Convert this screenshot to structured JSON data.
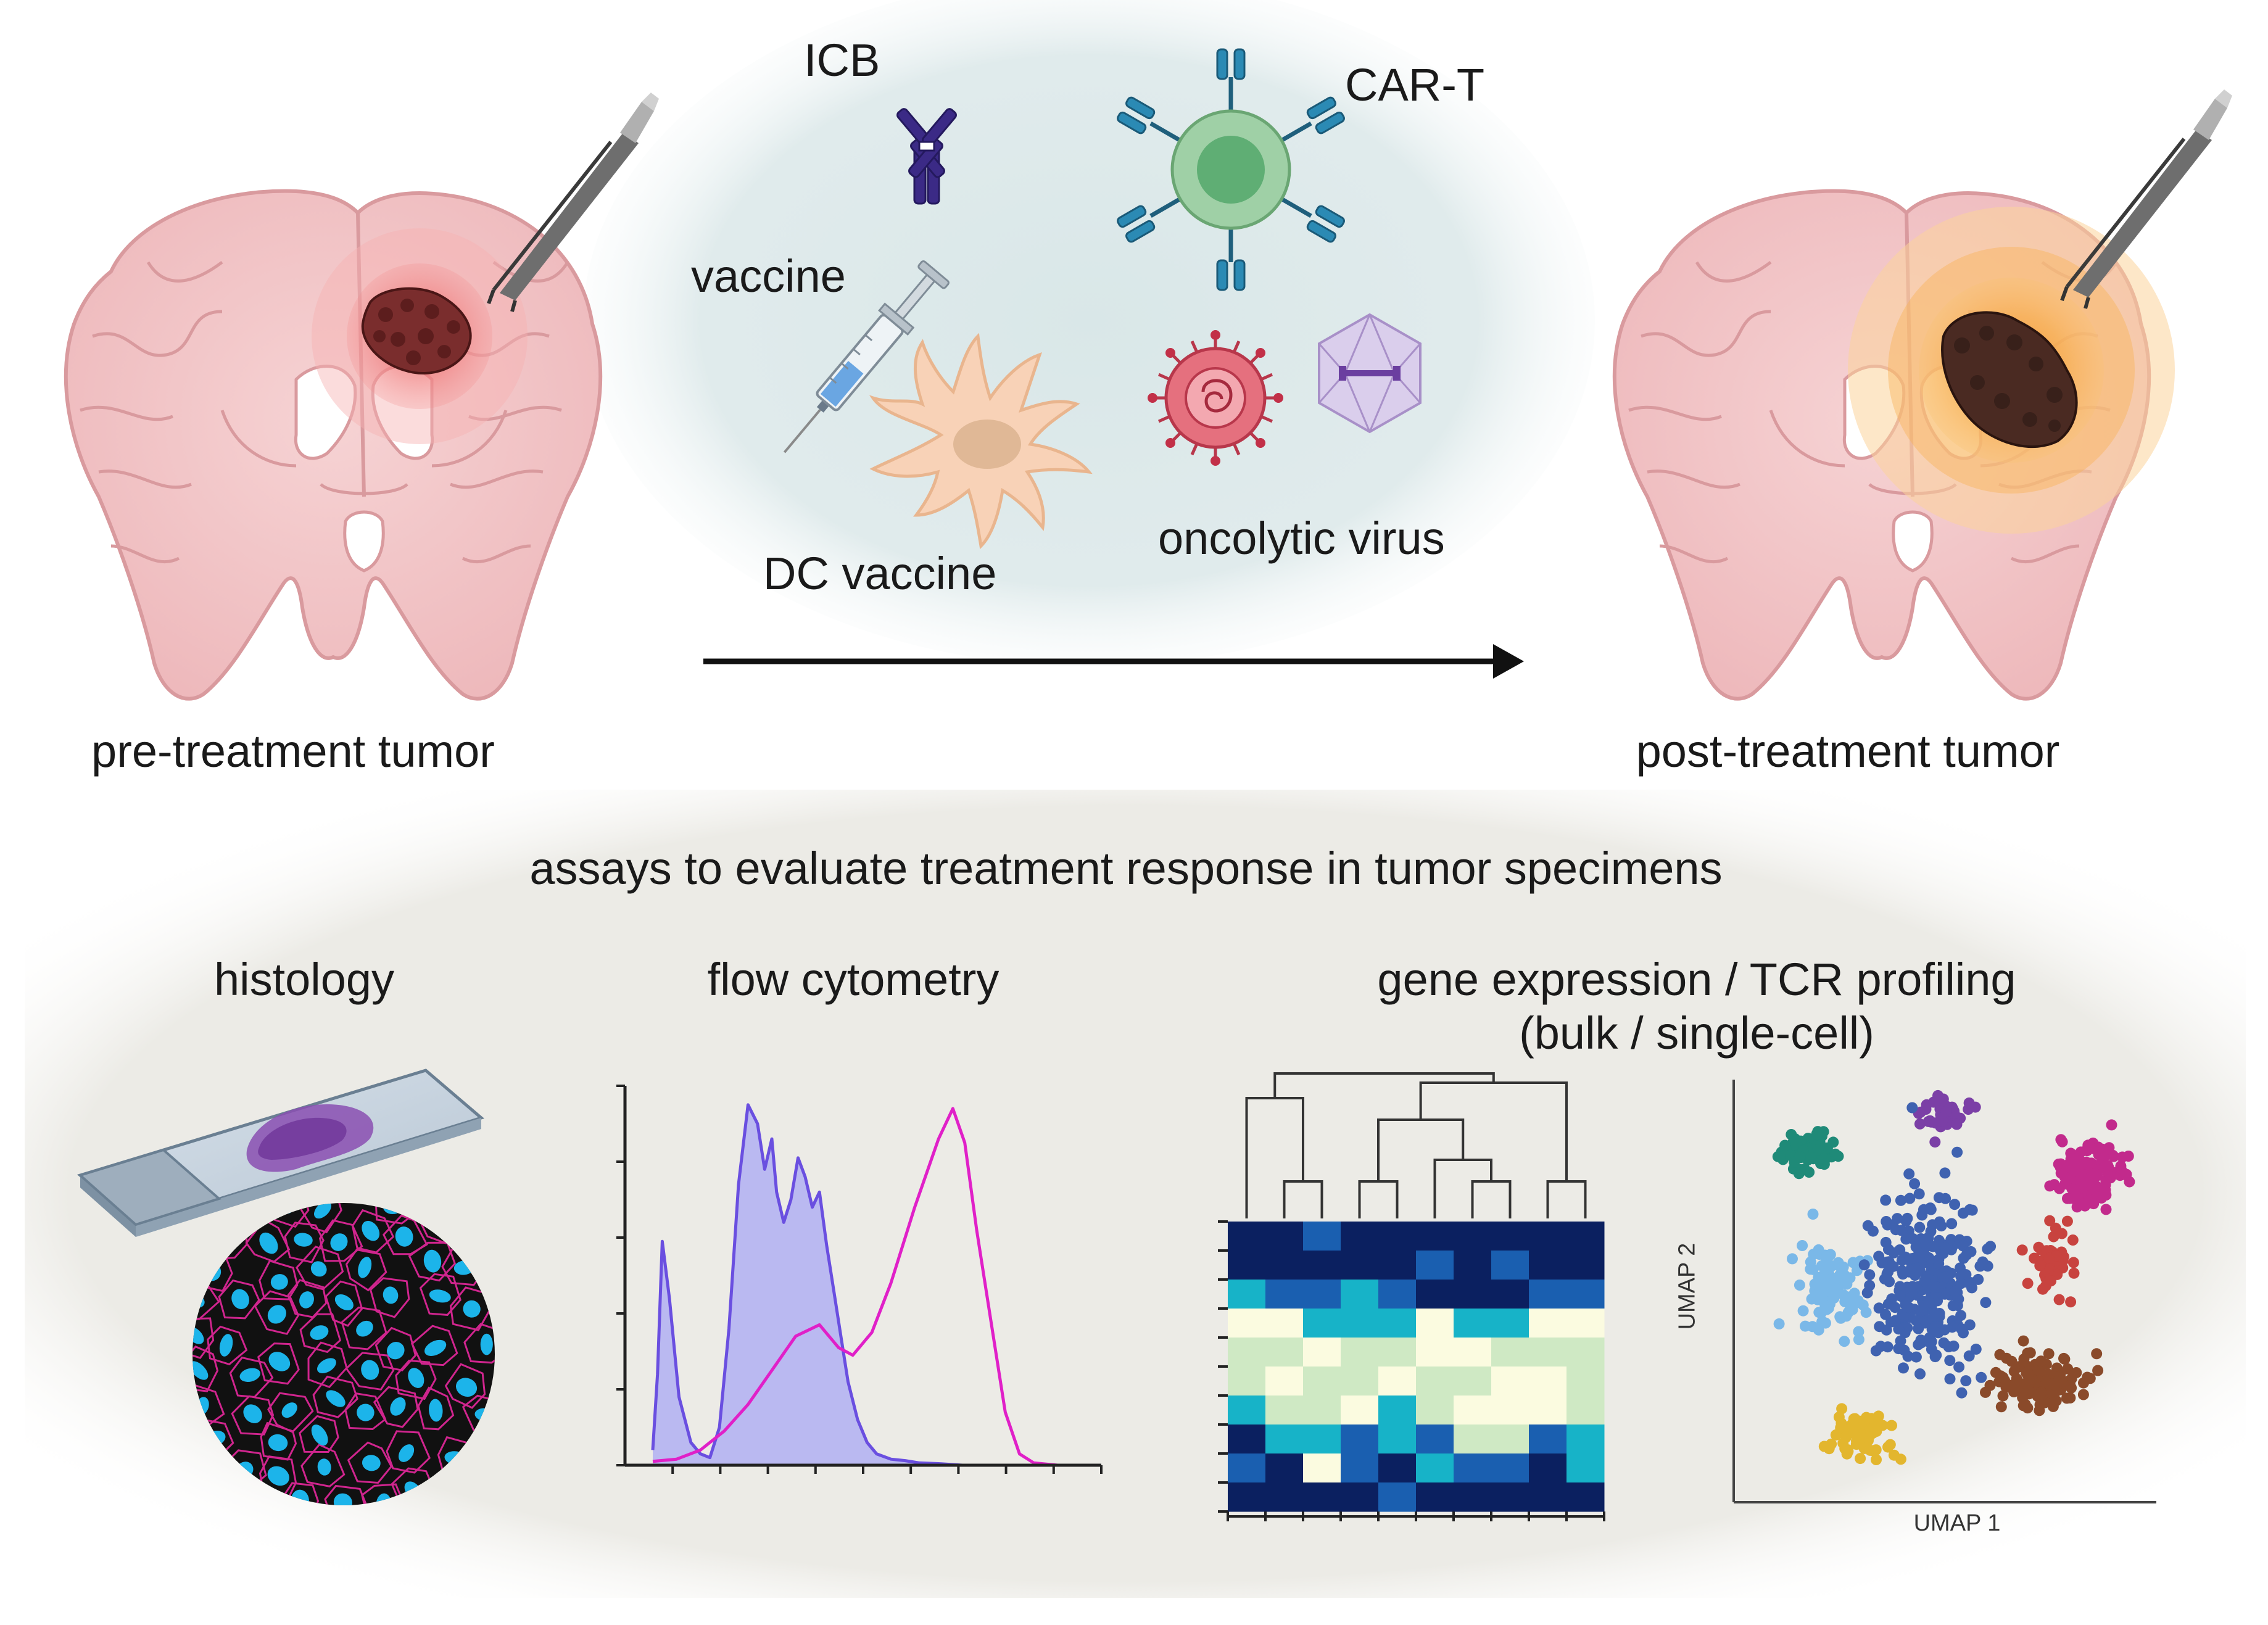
{
  "top": {
    "pre_label": "pre-treatment tumor",
    "post_label": "post-treatment tumor",
    "therapies": {
      "icb": "ICB",
      "cart": "CAR-T",
      "vaccine": "vaccine",
      "dc_vaccine": "DC vaccine",
      "oncolytic_virus": "oncolytic virus"
    },
    "icons": [
      "brain-icon",
      "tumor-icon",
      "forceps-icon",
      "antibody-icon",
      "car-t-cell-icon",
      "syringe-icon",
      "dendritic-cell-icon",
      "virus-icon",
      "viral-capsid-icon",
      "arrow-right-icon"
    ]
  },
  "bottom": {
    "title": "assays to evaluate treatment response in tumor specimens",
    "histology": {
      "label": "histology",
      "icons": [
        "microscope-slide-icon",
        "tissue-cells-icon"
      ]
    },
    "flow": {
      "label": "flow cytometry"
    },
    "genomics": {
      "label_line1": "gene expression / TCR profiling",
      "label_line2": "(bulk / single-cell)",
      "umap_x_label": "UMAP 1",
      "umap_y_label": "UMAP 2"
    }
  },
  "colors": {
    "brain": "#f2c4c6",
    "brain_outline": "#d99a9e",
    "pre_tumor_halo": "#ee5a5a",
    "post_tumor_halo": "#f6a53a",
    "therapy_bg": "#d9e7e8",
    "assay_bg": "#ecebe6",
    "flow_fill": "#b5b4f2",
    "flow_line": "#6a4fe0",
    "flow_magenta": "#e020c8",
    "histo_nuclei": "#1cb4ea",
    "histo_membrane": "#d0258e"
  },
  "chart_data": [
    {
      "type": "area",
      "title": "",
      "xlabel": "",
      "ylabel": "",
      "xlim": [
        0,
        10
      ],
      "ylim": [
        0,
        5
      ],
      "series": [
        {
          "x": [
            0.0,
            0.1,
            0.2,
            0.35,
            0.55,
            0.8,
            1.0,
            1.2,
            1.4,
            1.6,
            1.8,
            2.0,
            2.2,
            2.35,
            2.5,
            2.6,
            2.75,
            2.9,
            3.05,
            3.2,
            3.35,
            3.5,
            3.65,
            3.8,
            3.95,
            4.1,
            4.3,
            4.5,
            4.7,
            5.0,
            5.3,
            5.6,
            6.0,
            6.5
          ],
          "values": [
            0.2,
            1.2,
            2.95,
            2.2,
            0.9,
            0.3,
            0.15,
            0.1,
            0.5,
            1.8,
            3.7,
            4.75,
            4.5,
            3.9,
            4.3,
            3.6,
            3.2,
            3.5,
            4.05,
            3.8,
            3.4,
            3.6,
            2.9,
            2.3,
            1.7,
            1.1,
            0.6,
            0.3,
            0.15,
            0.08,
            0.06,
            0.03,
            0.02,
            0.0
          ]
        },
        {
          "x": [
            0.0,
            0.5,
            1.0,
            1.5,
            2.0,
            2.5,
            3.0,
            3.5,
            3.9,
            4.2,
            4.6,
            5.0,
            5.5,
            6.0,
            6.3,
            6.55,
            6.8,
            7.1,
            7.4,
            7.7,
            8.0,
            8.5
          ],
          "values": [
            0.05,
            0.08,
            0.2,
            0.45,
            0.8,
            1.25,
            1.7,
            1.85,
            1.55,
            1.45,
            1.75,
            2.4,
            3.4,
            4.3,
            4.7,
            4.25,
            3.1,
            1.9,
            0.7,
            0.15,
            0.03,
            0.0
          ]
        }
      ]
    },
    {
      "type": "heatmap",
      "title": "",
      "xlabel": "",
      "ylabel": "",
      "rows": 10,
      "cols": 10,
      "values": [
        [
          0,
          0,
          1,
          0,
          0,
          0,
          0,
          0,
          0,
          0
        ],
        [
          0,
          0,
          0,
          0,
          0,
          1,
          0,
          1,
          0,
          0
        ],
        [
          2,
          1,
          1,
          2,
          1,
          0,
          0,
          0,
          1,
          1
        ],
        [
          4,
          4,
          2,
          2,
          2,
          4,
          2,
          2,
          4,
          4
        ],
        [
          3,
          3,
          4,
          3,
          3,
          4,
          4,
          3,
          3,
          3
        ],
        [
          3,
          4,
          3,
          3,
          4,
          3,
          3,
          4,
          4,
          3
        ],
        [
          2,
          3,
          3,
          4,
          2,
          3,
          4,
          4,
          4,
          3
        ],
        [
          0,
          2,
          2,
          1,
          2,
          1,
          3,
          3,
          1,
          2
        ],
        [
          1,
          0,
          4,
          1,
          0,
          2,
          1,
          1,
          0,
          2
        ],
        [
          0,
          0,
          0,
          0,
          1,
          0,
          0,
          0,
          0,
          0
        ]
      ],
      "palette": [
        "#0b2060",
        "#1a5fb0",
        "#17b3c8",
        "#cfe9c4",
        "#fbfbe0"
      ]
    },
    {
      "type": "scatter",
      "title": "",
      "xlabel": "UMAP 1",
      "ylabel": "UMAP 2",
      "xlim": [
        0,
        10
      ],
      "ylim": [
        0,
        10
      ],
      "series": [
        {
          "color": "#1f8a78",
          "center": [
            1.7,
            8.4
          ],
          "spread": [
            0.7,
            0.55
          ],
          "n": 60
        },
        {
          "color": "#7b3fa6",
          "center": [
            5.1,
            9.3
          ],
          "spread": [
            0.55,
            0.4
          ],
          "n": 45
        },
        {
          "color": "#c22a8c",
          "center": [
            8.5,
            7.8
          ],
          "spread": [
            0.9,
            0.75
          ],
          "n": 120
        },
        {
          "color": "#7ab8e8",
          "center": [
            2.2,
            5.1
          ],
          "spread": [
            0.8,
            1.1
          ],
          "n": 110
        },
        {
          "color": "#3f62b0",
          "center": [
            4.6,
            5.3
          ],
          "spread": [
            1.3,
            2.2
          ],
          "n": 260
        },
        {
          "color": "#c8433f",
          "center": [
            7.7,
            5.6
          ],
          "spread": [
            0.55,
            0.8
          ],
          "n": 55
        },
        {
          "color": "#8a4a2a",
          "center": [
            7.4,
            2.8
          ],
          "spread": [
            1.2,
            0.65
          ],
          "n": 110
        },
        {
          "color": "#e3b62e",
          "center": [
            3.0,
            1.4
          ],
          "spread": [
            0.7,
            0.55
          ],
          "n": 60
        }
      ]
    }
  ]
}
